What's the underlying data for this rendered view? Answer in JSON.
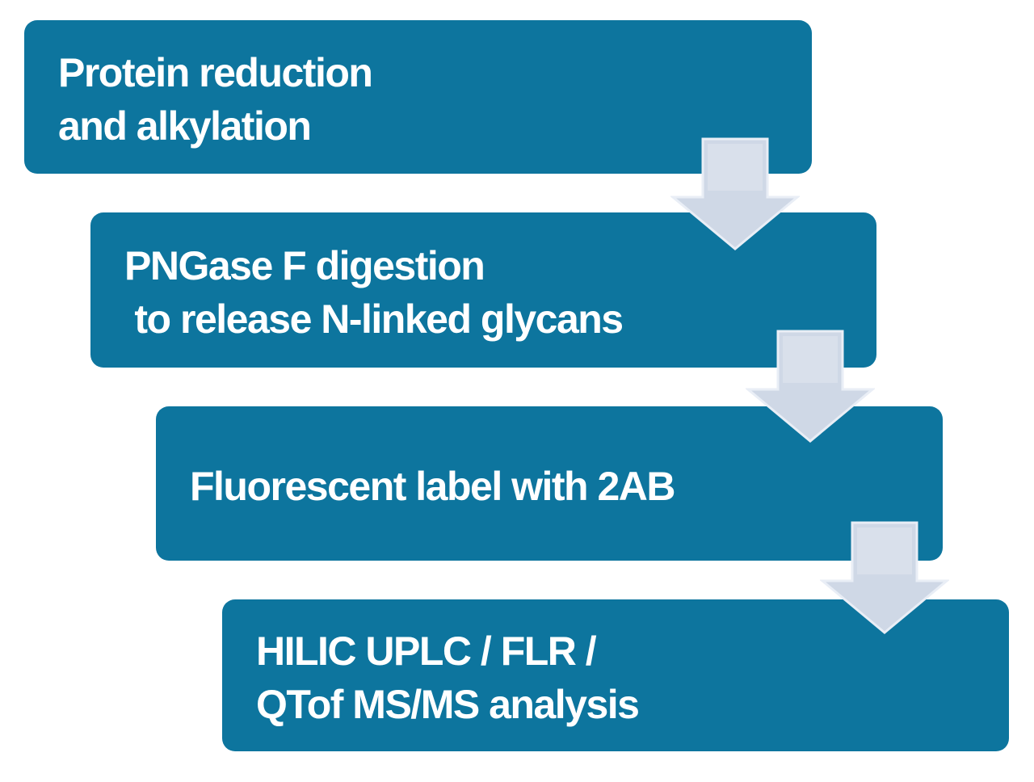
{
  "diagram": {
    "type": "flowchart",
    "direction": "top-to-bottom",
    "box_color": "#0d759e",
    "text_color": "#ffffff",
    "arrow_fill": "#cfd8e6",
    "arrow_stroke": "#e9eef6",
    "page_background": "#ffffff",
    "arrow_icon": "down-arrow",
    "steps": [
      {
        "line1": "Protein reduction",
        "line2": "and alkylation"
      },
      {
        "line1": "PNGase F digestion",
        "line2": " to release N-linked glycans"
      },
      {
        "line1": "Fluorescent label with 2AB",
        "line2": ""
      },
      {
        "line1": "HILIC UPLC / FLR /",
        "line2": "QTof MS/MS analysis"
      }
    ]
  }
}
